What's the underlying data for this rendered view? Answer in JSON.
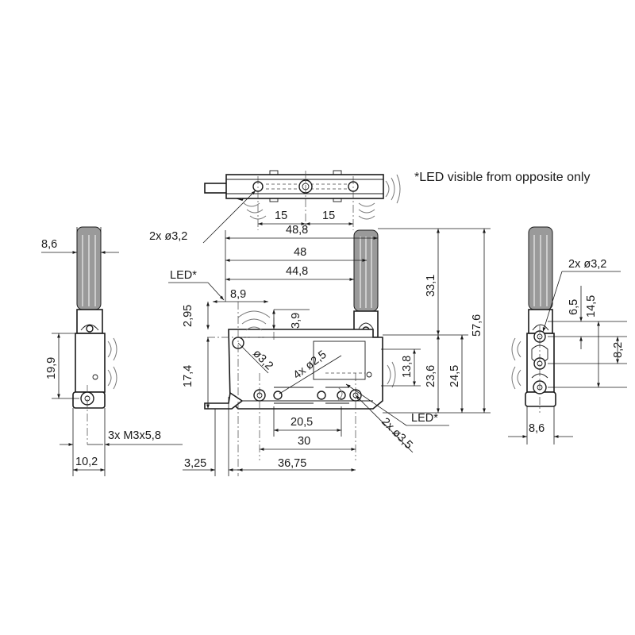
{
  "note": "*LED visible from opposite only",
  "top_view": {
    "pitch_left": "15",
    "pitch_right": "15",
    "holes_label": "2x ø3,2"
  },
  "front_view": {
    "width_outer": "48,8",
    "width_mid": "48",
    "width_inner": "44,8",
    "led_top_label": "LED*",
    "offset_8_9": "8,9",
    "height_2_95": "2,95",
    "height_3_9": "3,9",
    "hole_3_2": "ø3,2",
    "holes_2_5": "4x ø2,5",
    "height_17_4": "17,4",
    "height_13_8": "13,8",
    "height_23_6": "23,6",
    "height_24_5": "24,5",
    "height_33_1": "33,1",
    "height_57_6": "57,6",
    "slot_20_5": "20,5",
    "spacing_30": "30",
    "offset_3_25": "3,25",
    "width_36_75": "36,75",
    "holes_3_5": "2x ø3,5",
    "led_bottom_label": "LED*"
  },
  "left_view": {
    "width_8_6": "8,6",
    "height_19_9": "19,9",
    "thread_label": "3x M3x5,8",
    "width_10_2": "10,2"
  },
  "right_view": {
    "holes_label": "2x ø3,2",
    "height_6_5": "6,5",
    "height_14_5": "14,5",
    "height_8_2": "8,2",
    "width_8_6": "8,6"
  }
}
